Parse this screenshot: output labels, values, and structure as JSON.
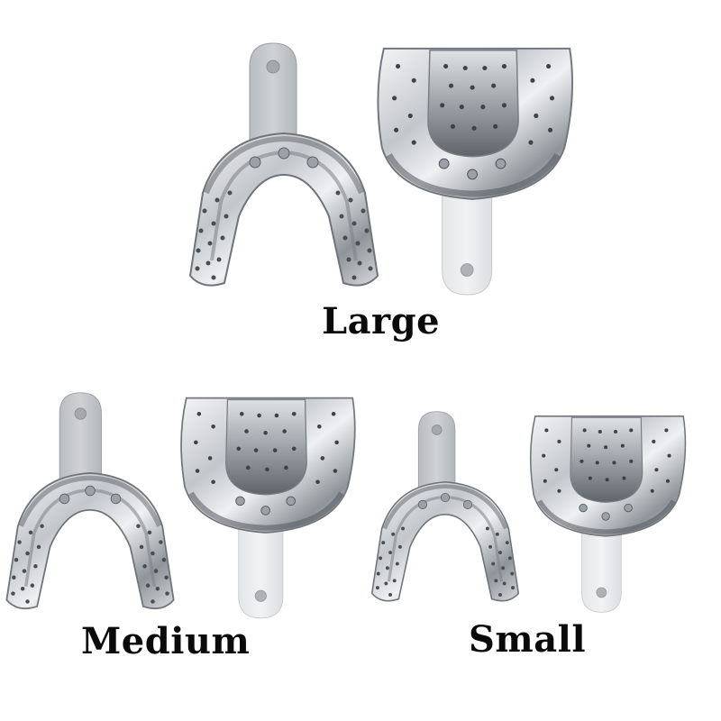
{
  "image": {
    "background": "#ffffff",
    "subject": "Perforated stainless steel dental impression trays",
    "metal_colors": {
      "light": "#eef0f2",
      "mid": "#b9bdc2",
      "dark": "#6e7378",
      "handle": "#c9ccd0",
      "handle_light": "#e6e8ea",
      "hole": "#4a4d51"
    }
  },
  "sets": [
    {
      "id": "large",
      "label": "Large",
      "trays": [
        "lower",
        "upper"
      ]
    },
    {
      "id": "medium",
      "label": "Medium",
      "trays": [
        "lower",
        "upper"
      ]
    },
    {
      "id": "small",
      "label": "Small",
      "trays": [
        "lower",
        "upper"
      ]
    }
  ],
  "labels": {
    "large": "Large",
    "medium": "Medium",
    "small": "Small"
  }
}
